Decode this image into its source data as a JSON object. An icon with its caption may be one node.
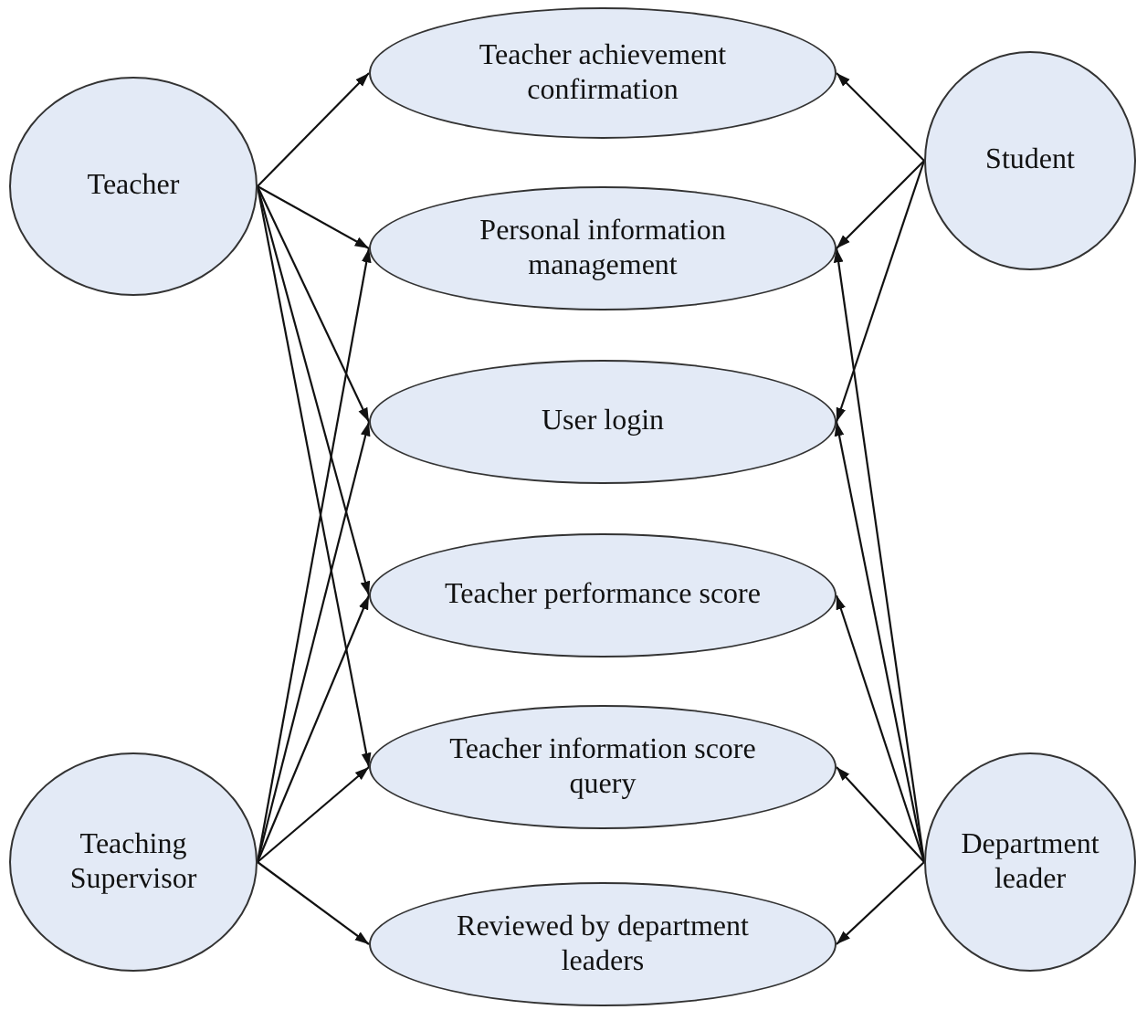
{
  "diagram": {
    "nodes": [
      {
        "text": [
          "Teacher"
        ]
      },
      {
        "text": [
          "Teacher achievement confirmation"
        ]
      },
      {
        "text": [
          "Student"
        ]
      },
      {
        "text": [
          "Personal information management"
        ]
      },
      {
        "text": [
          "User login"
        ]
      },
      {
        "text": [
          "Teacher performance score"
        ]
      },
      {
        "text": [
          "Teaching Supervisor"
        ]
      },
      {
        "text": [
          "Teacher information score query"
        ]
      },
      {
        "text": [
          "Department leader"
        ]
      },
      {
        "text": [
          "Reviewed by department leaders"
        ]
      }
    ],
    "edges": [
      {
        "from": 0,
        "to": 1,
        "arrow": "to"
      },
      {
        "from": 0,
        "to": 3,
        "arrow": "to"
      },
      {
        "from": 0,
        "to": 4,
        "arrow": "to"
      },
      {
        "from": 0,
        "to": 5,
        "arrow": "to"
      },
      {
        "from": 0,
        "to": 7,
        "arrow": "to"
      },
      {
        "from": 6,
        "to": 3,
        "arrow": "to"
      },
      {
        "from": 6,
        "to": 4,
        "arrow": "to"
      },
      {
        "from": 6,
        "to": 5,
        "arrow": "to"
      },
      {
        "from": 6,
        "to": 7,
        "arrow": "to"
      },
      {
        "from": 6,
        "to": 9,
        "arrow": "to"
      },
      {
        "from": 2,
        "to": 1,
        "arrow": "to"
      },
      {
        "from": 2,
        "to": 3,
        "arrow": "to"
      },
      {
        "from": 2,
        "to": 4,
        "arrow": "to"
      },
      {
        "from": 8,
        "to": 3,
        "arrow": "to"
      },
      {
        "from": 8,
        "to": 4,
        "arrow": "to"
      },
      {
        "from": 8,
        "to": 5,
        "arrow": "to"
      },
      {
        "from": 8,
        "to": 7,
        "arrow": "to"
      },
      {
        "from": 8,
        "to": 9,
        "arrow": "to"
      }
    ]
  }
}
